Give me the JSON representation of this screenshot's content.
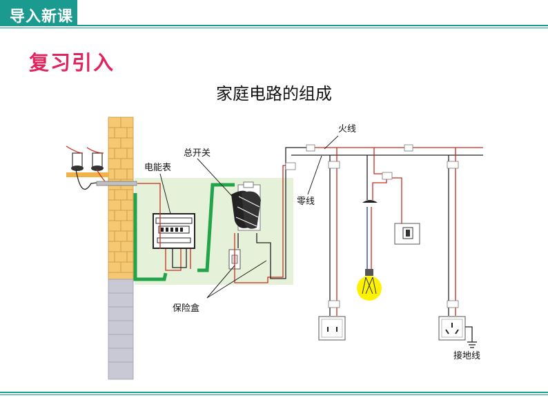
{
  "header": {
    "title": "导入新课"
  },
  "section": {
    "title": "复习引入"
  },
  "diagram": {
    "title": "家庭电路的组成",
    "labels": {
      "fire_wire": "火线",
      "main_switch": "总开关",
      "electric_meter": "电能表",
      "zero_wire": "零线",
      "fuse_box": "保险盒",
      "ground_wire": "接地线"
    }
  },
  "colors": {
    "accent": "#1b9a8f",
    "section_title": "#e0245e",
    "live_wire": "#cc2b1d",
    "ground": "#23a34a",
    "panel": "#e6f1d9"
  }
}
